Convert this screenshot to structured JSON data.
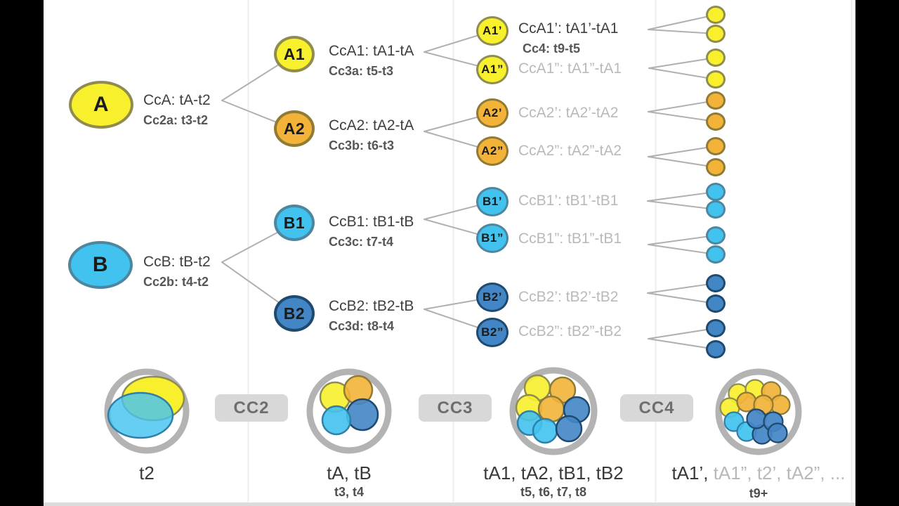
{
  "palette": {
    "yellow": "#F8F02C",
    "yellow_border": "#908C4F",
    "orange": "#F2B338",
    "orange_border": "#8F7B35",
    "light_blue": "#41C2EF",
    "light_blue_border": "#4E86A0",
    "dark_blue": "#4386C6",
    "dark_blue_border": "#1F4A70",
    "connector_gray": "#B0B0B0",
    "ring_gray": "#B3B3B3",
    "dimmed_text": "#B9B9B9",
    "dark_text": "#3F3F3F",
    "badge_bg": "#D8D8D8",
    "badge_text": "#6E6E6E"
  },
  "tree": {
    "gen1": [
      {
        "label": "A",
        "cycle": "CcA: tA-t2",
        "division": "Cc2a: t3-t2"
      },
      {
        "label": "B",
        "cycle": "CcB: tB-t2",
        "division": "Cc2b: t4-t2"
      }
    ],
    "gen2": [
      {
        "label": "A1",
        "cycle": "CcA1: tA1-tA",
        "division": "Cc3a: t5-t3"
      },
      {
        "label": "A2",
        "cycle": "CcA2: tA2-tA",
        "division": "Cc3b: t6-t3"
      },
      {
        "label": "B1",
        "cycle": "CcB1: tB1-tB",
        "division": "Cc3c: t7-t4"
      },
      {
        "label": "B2",
        "cycle": "CcB2: tB2-tB",
        "division": "Cc3d: t8-t4"
      }
    ],
    "gen3": [
      {
        "label": "A1’",
        "cycle": "CcA1’: tA1’-tA1",
        "division": "Cc4: t9-t5"
      },
      {
        "label": "A1”",
        "cycle": "CcA1”: tA1”-tA1"
      },
      {
        "label": "A2’",
        "cycle": "CcA2’: tA2’-tA2"
      },
      {
        "label": "A2”",
        "cycle": "CcA2”: tA2”-tA2"
      },
      {
        "label": "B1’",
        "cycle": "CcB1’: tB1’-tB1"
      },
      {
        "label": "B1”",
        "cycle": "CcB1”: tB1”-tB1"
      },
      {
        "label": "B2’",
        "cycle": "CcB2’: tB2’-tB2"
      },
      {
        "label": "B2”",
        "cycle": "CcB2”: tB2”-tB2"
      }
    ]
  },
  "timeline": {
    "transitions": [
      {
        "label": "CC2"
      },
      {
        "label": "CC3"
      },
      {
        "label": "CC4"
      }
    ],
    "stages": [
      {
        "label": "t2",
        "sublabel": ""
      },
      {
        "label": "tA, tB",
        "sublabel": "t3, t4"
      },
      {
        "label": "tA1, tA2, tB1, tB2",
        "sublabel": "t5, t6, t7, t8"
      },
      {
        "label_active": "tA1’,",
        "label_dimmed": " tA1”, t2’, tA2”, ...",
        "sublabel": "t9+"
      }
    ]
  }
}
